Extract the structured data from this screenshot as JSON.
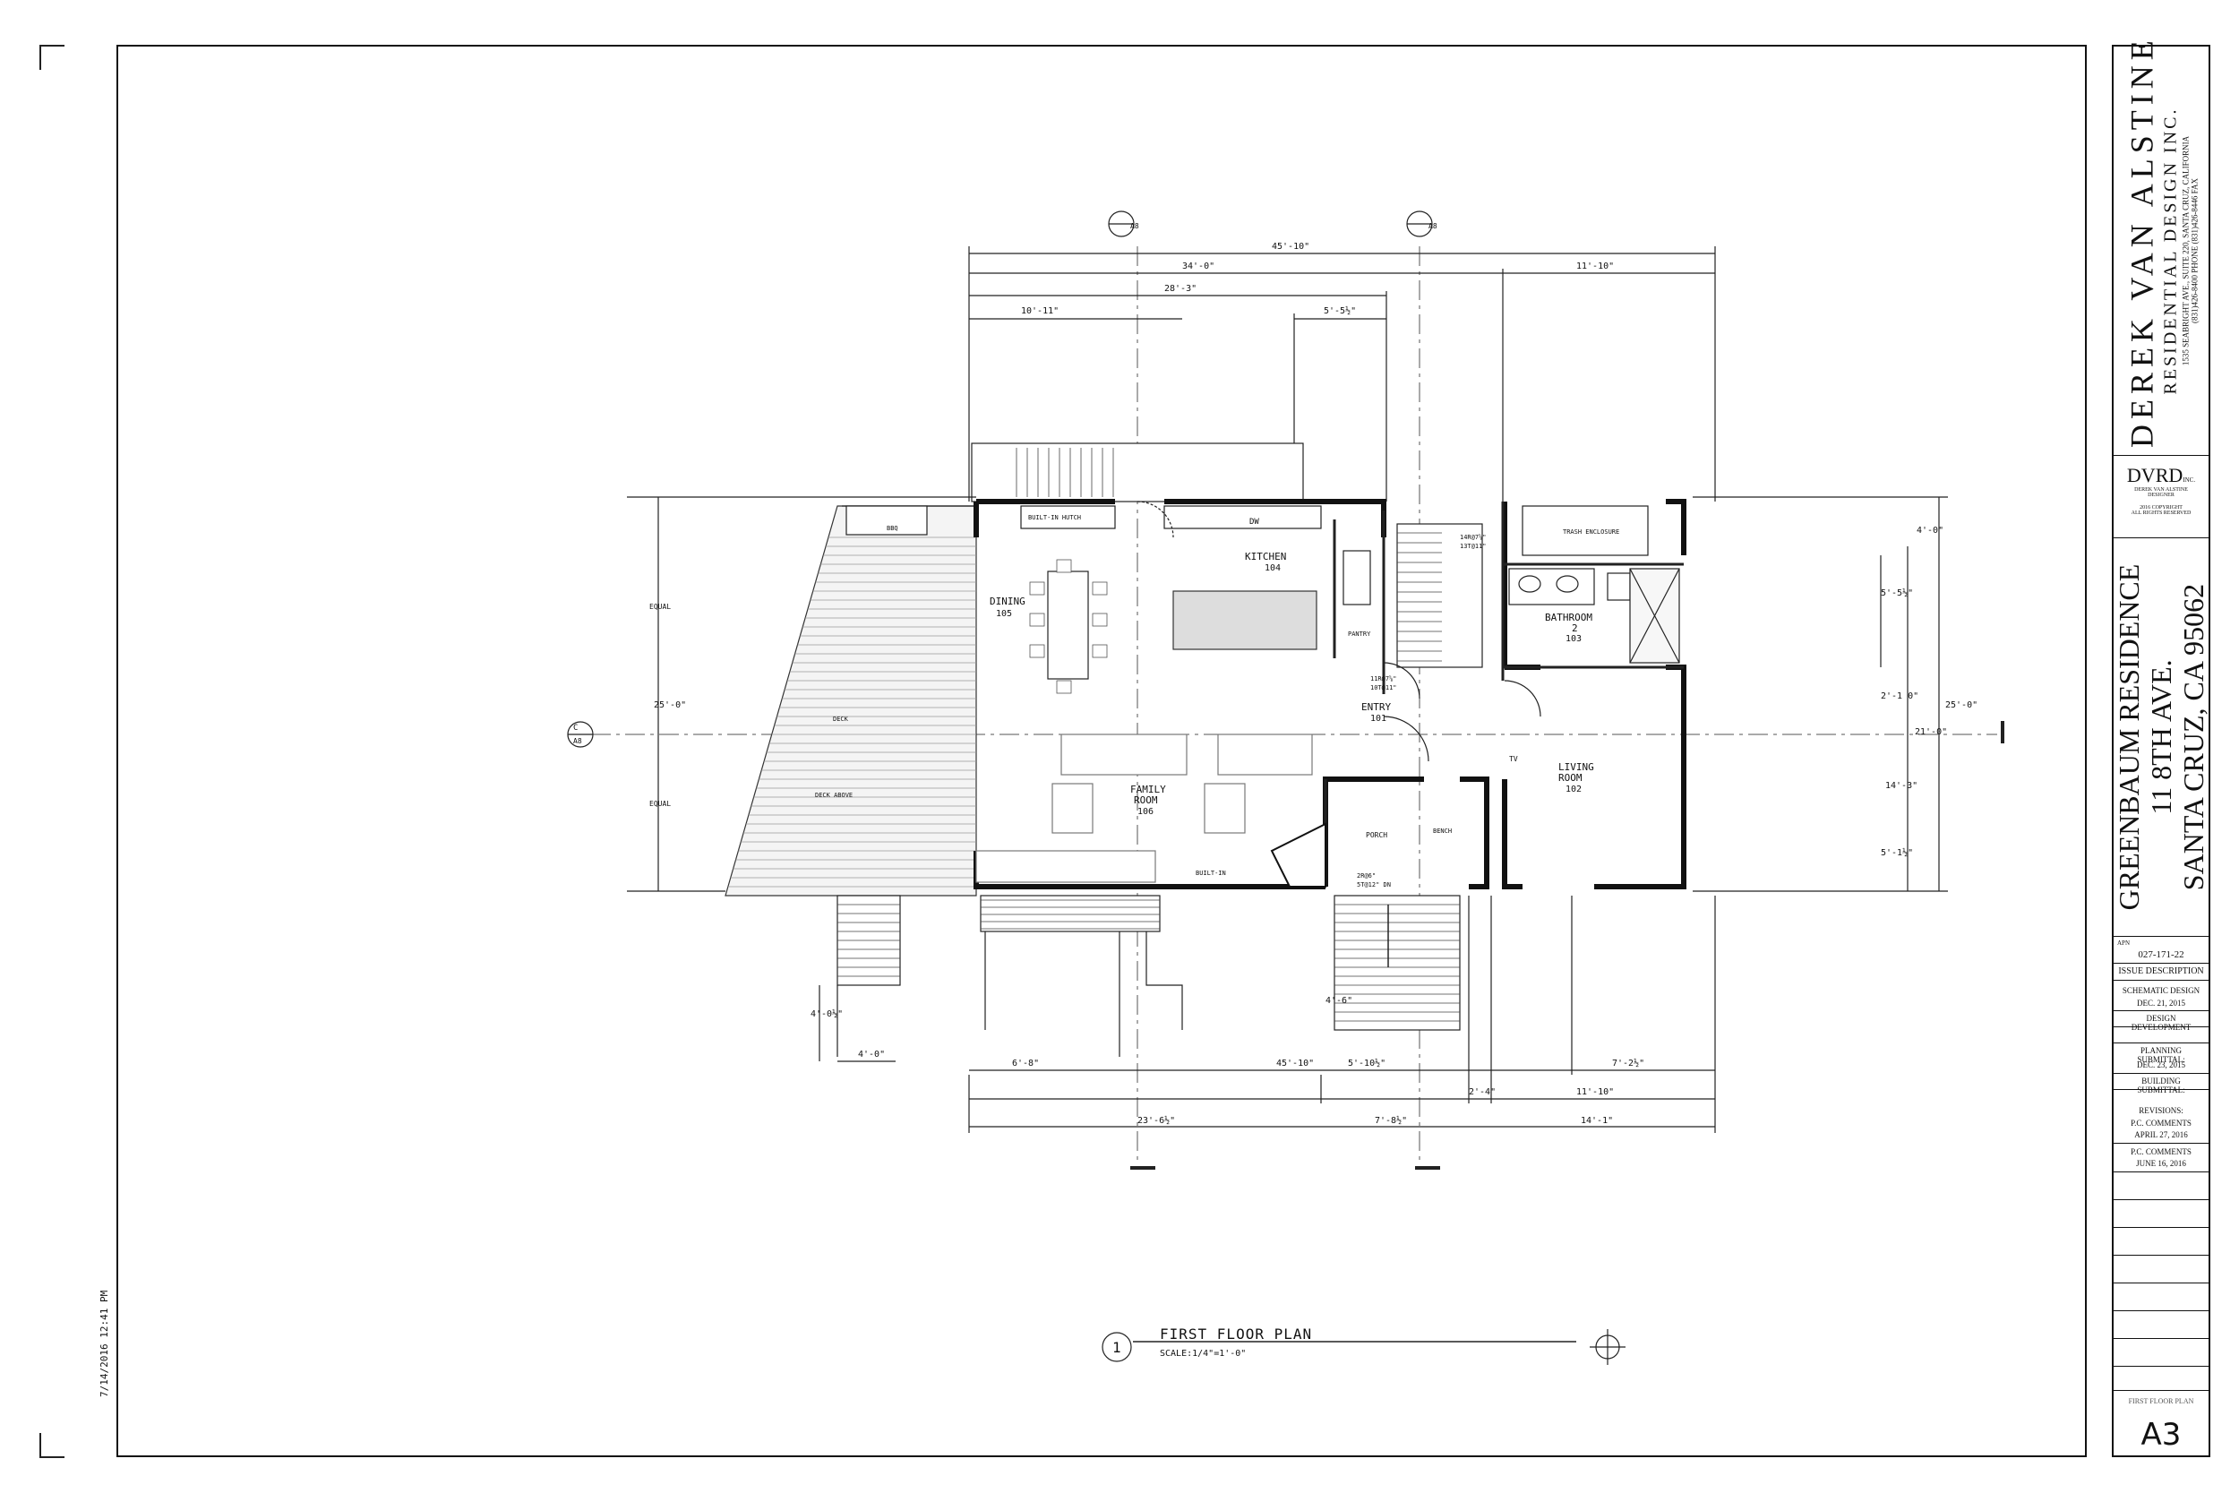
{
  "firm": {
    "name": "DEREK VAN ALSTINE",
    "subtitle": "RESIDENTIAL DESIGN INC.",
    "address": "1535 SEABRIGHT AVE., SUITE 220, SANTA CRUZ, CALIFORNIA",
    "phone": "(831)426-8400 PHONE  (831)426-8446 FAX"
  },
  "logo": {
    "mark": "DVRD",
    "sub": "INC.",
    "designer": "DEREK VAN ALSTINE",
    "role": "DESIGNER",
    "copyright": "2016 COPYRIGHT",
    "rights": "ALL RIGHTS RESERVED"
  },
  "project": {
    "name": "GREENBAUM RESIDENCE",
    "street": "11 8TH AVE.",
    "city": "SANTA CRUZ, CA 95062"
  },
  "apn": {
    "label": "APN",
    "value": "027-171-22"
  },
  "issue": {
    "header": "ISSUE DESCRIPTION",
    "entries": [
      {
        "title": "SCHEMATIC DESIGN",
        "date": "DEC. 21, 2015"
      },
      {
        "title": "DESIGN DEVELOPMENT",
        "date": ""
      },
      {
        "title": "PLANNING SUBMITTAL:",
        "date": "DEC. 23, 2015"
      },
      {
        "title": "BUILDING SUBMITTAL:",
        "date": ""
      }
    ],
    "revisions_label": "REVISIONS:",
    "revisions": [
      {
        "title": "P.C. COMMENTS",
        "date": "APRIL 27, 2016"
      },
      {
        "title": "P.C. COMMENTS",
        "date": "JUNE 16, 2016"
      }
    ]
  },
  "sheet": {
    "title": "FIRST FLOOR PLAN",
    "number": "A3"
  },
  "plot_stamp": "7/14/2016 12:41 PM",
  "drawing": {
    "number": "1",
    "title": "FIRST FLOOR PLAN",
    "scale": "SCALE:1/4\"=1'-0\"",
    "section_ref": "A8",
    "section_mark": "C"
  },
  "rooms": {
    "kitchen": {
      "name": "KITCHEN",
      "num": "104"
    },
    "dining": {
      "name": "DINING",
      "num": "105"
    },
    "family1": "FAMILY",
    "family2": "ROOM",
    "family_num": "106",
    "entry": {
      "name": "ENTRY",
      "num": "101"
    },
    "bath1": "BATHROOM",
    "bath2": "2",
    "bath_num": "103",
    "living1": "LIVING",
    "living2": "ROOM",
    "living_num": "102",
    "porch": "PORCH",
    "bench": "BENCH",
    "pantry": "PANTRY",
    "dw": "DW",
    "builtin_hutch": "BUILT-IN HUTCH",
    "builtin": "BUILT-IN",
    "trash": "TRASH ENCLOSURE",
    "deck": "DECK",
    "deck_above": "DECK ABOVE",
    "bbq": "BBQ",
    "tv": "TV",
    "equal": "EQUAL"
  },
  "dims": {
    "top_overall": "45'-10\"",
    "top_34": "34'-0\"",
    "top_11_10": "11'-10\"",
    "top_28_3": "28'-3\"",
    "top_10_11": "10'-11\"",
    "top_5_5": "5'-5½\"",
    "bot_overall": "45'-10\"",
    "bot_23_6": "23'-6½\"",
    "bot_7_8": "7'-8½\"",
    "bot_14_1": "14'-1\"",
    "bot_11_10": "11'-10\"",
    "bot_2_4": "2'-4\"",
    "bot_6_8": "6'-8\"",
    "bot_5_10": "5'-10½\"",
    "bot_7_2": "7'-2½\"",
    "bot_4_0": "4'-0\"",
    "bot_4_6": "4'-6\"",
    "left_4_0": "4'-0½\"",
    "left_25": "25'-0\"",
    "right_25": "25'-0\"",
    "right_21": "21'-0\"",
    "right_4_0": "4'-0\"",
    "right_5_5": "5'-5½\"",
    "right_2_10": "2'-1 0\"",
    "right_14_3": "14'-3\"",
    "right_5_1": "5'-1½\"",
    "stair1": "14R@7⅝\"",
    "stair1b": "13T@11\"",
    "stair2": "11R@7⅝\"",
    "stair2b": "10T@11\"",
    "stair3": "2R@6\"",
    "stair3b": "5T@12\" DN"
  }
}
